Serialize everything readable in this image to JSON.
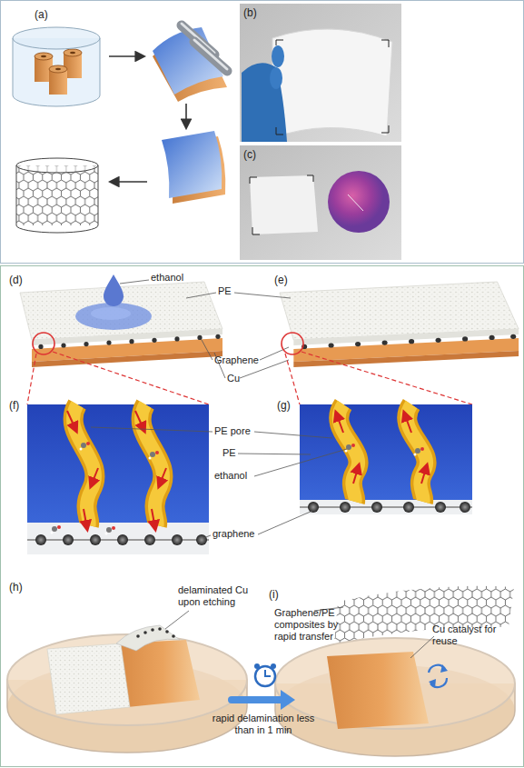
{
  "diagram": {
    "nodes": [
      {
        "text": [
          "delaminated Cu upon etching"
        ]
      },
      {
        "text": [
          "Graphene/PE composites by rapid transfer",
          "Cu catalyst for reuse"
        ]
      }
    ],
    "edges": [
      {
        "from": 0,
        "to": 1,
        "arrow": "to",
        "label": "rapid delamination less than in 1 min"
      }
    ],
    "labels": [
      "(a)",
      "(b)",
      "(c)",
      "(d)",
      "(e)",
      "ethanol",
      "PE",
      "Graphene",
      "Cu",
      "(f)",
      "(g)",
      "PE pore",
      "PE",
      "ethanol",
      "graphene",
      "(h)",
      "(i)"
    ]
  }
}
